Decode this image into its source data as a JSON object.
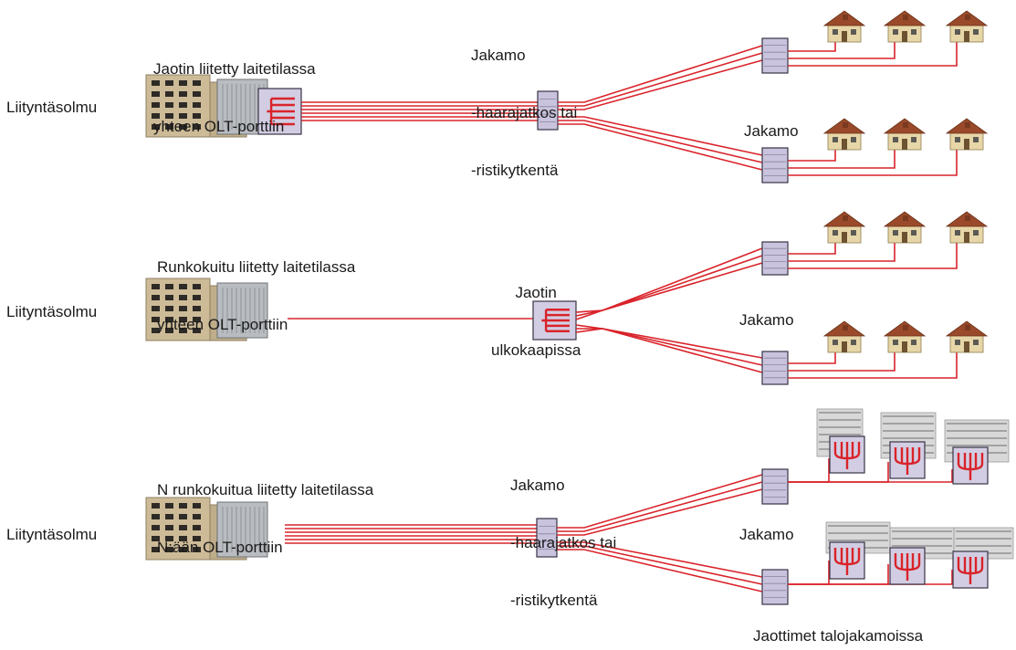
{
  "colors": {
    "fiber": "#d9232a",
    "box_fill": "#c9c3dd",
    "box_stroke": "#3a3346",
    "splitter_fill": "#d2cde2",
    "building_wall": "#cdbb98",
    "building_window": "#2e2a26",
    "equipment": "#b9bcc0",
    "house_wall": "#e7d7a8",
    "house_roof": "#9a4a2a",
    "apartment": "#d8d8d8"
  },
  "rows": [
    {
      "node_label": "Liityntäsolmu",
      "caption_lines": [
        "Jaotin liitetty laitetilassa",
        "yhteen OLT-porttiin"
      ],
      "middle_lines": [
        "Jakamo",
        "-haarajatkos tai",
        "-ristikytkentä"
      ],
      "jakamo_label": "Jakamo"
    },
    {
      "node_label": "Liityntäsolmu",
      "caption_lines": [
        "Runkokuitu liitetty laitetilassa",
        "yhteen OLT-porttiin"
      ],
      "middle_lines": [
        "Jaotin",
        "ulkokaapissa"
      ],
      "jakamo_label": "Jakamo"
    },
    {
      "node_label": "Liityntäsolmu",
      "caption_lines": [
        "N runkokuitua liitetty laitetilassa",
        "N:ään OLT-porttiin"
      ],
      "middle_lines": [
        "Jakamo",
        "-haarajatkos tai",
        "-ristikytkentä"
      ],
      "jakamo_label": "Jakamo"
    }
  ],
  "footer_label": "Jaottimet talojakamoissa"
}
